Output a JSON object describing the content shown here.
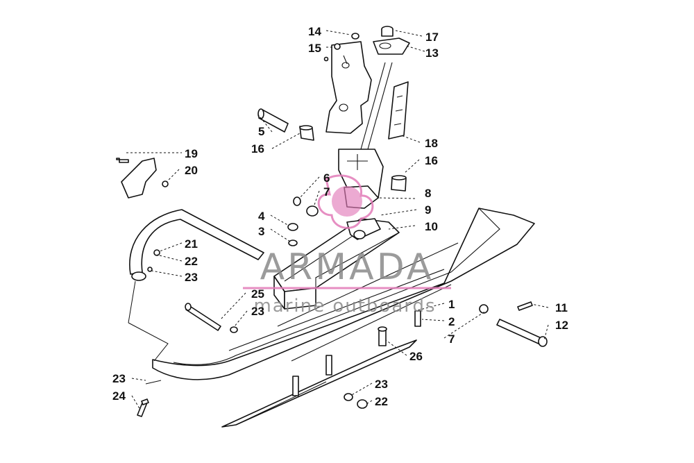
{
  "diagram": {
    "callouts": [
      {
        "id": "c14",
        "label": "14"
      },
      {
        "id": "c17",
        "label": "17"
      },
      {
        "id": "c15",
        "label": "15"
      },
      {
        "id": "c13",
        "label": "13"
      },
      {
        "id": "c5",
        "label": "5"
      },
      {
        "id": "c16a",
        "label": "16"
      },
      {
        "id": "c18",
        "label": "18"
      },
      {
        "id": "c19",
        "label": "19"
      },
      {
        "id": "c20",
        "label": "20"
      },
      {
        "id": "c16b",
        "label": "16"
      },
      {
        "id": "c6",
        "label": "6"
      },
      {
        "id": "c7a",
        "label": "7"
      },
      {
        "id": "c8",
        "label": "8"
      },
      {
        "id": "c4",
        "label": "4"
      },
      {
        "id": "c9",
        "label": "9"
      },
      {
        "id": "c3",
        "label": "3"
      },
      {
        "id": "c10",
        "label": "10"
      },
      {
        "id": "c21",
        "label": "21"
      },
      {
        "id": "c22a",
        "label": "22"
      },
      {
        "id": "c23a",
        "label": "23"
      },
      {
        "id": "c25",
        "label": "25"
      },
      {
        "id": "c23b",
        "label": "23"
      },
      {
        "id": "c1",
        "label": "1"
      },
      {
        "id": "c11",
        "label": "11"
      },
      {
        "id": "c2",
        "label": "2"
      },
      {
        "id": "c12",
        "label": "12"
      },
      {
        "id": "c7b",
        "label": "7"
      },
      {
        "id": "c26",
        "label": "26"
      },
      {
        "id": "c23c",
        "label": "23"
      },
      {
        "id": "c23d",
        "label": "23"
      },
      {
        "id": "c24",
        "label": "24"
      },
      {
        "id": "c22b",
        "label": "22"
      }
    ]
  },
  "watermark": {
    "title": "ARMADA",
    "subtitle": "marine outboards",
    "accent_color": "#e27bb8"
  }
}
